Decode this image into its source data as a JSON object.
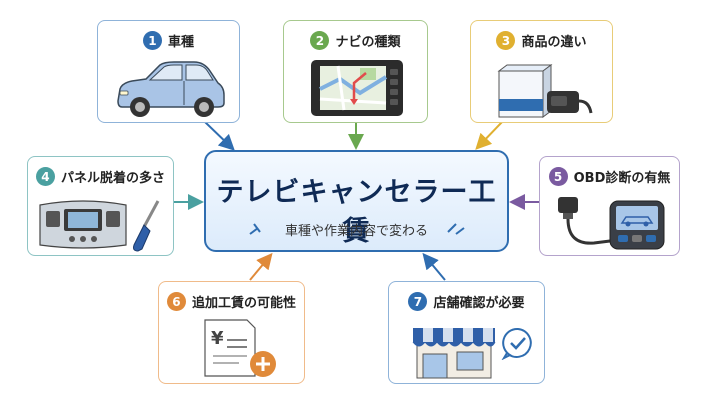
{
  "center": {
    "title": "テレビキャンセラー工賃",
    "subtitle": "車種や作業内容で変わる"
  },
  "factors": [
    {
      "number": "1",
      "label": "車種",
      "color": "#2f6db0",
      "icon": "car-icon"
    },
    {
      "number": "2",
      "label": "ナビの種類",
      "color": "#6aa84f",
      "icon": "navigation-unit-icon"
    },
    {
      "number": "3",
      "label": "商品の違い",
      "color": "#e0b030",
      "icon": "product-box-icon"
    },
    {
      "number": "4",
      "label": "パネル脱着の多さ",
      "color": "#4aa0a0",
      "icon": "dashboard-panel-icon"
    },
    {
      "number": "5",
      "label": "OBD診断の有無",
      "color": "#7a5aa0",
      "icon": "obd-scanner-icon"
    },
    {
      "number": "6",
      "label": "追加工賃の可能性",
      "color": "#e08a3a",
      "icon": "invoice-plus-icon"
    },
    {
      "number": "7",
      "label": "店舗確認が必要",
      "color": "#2f6db0",
      "icon": "shop-icon"
    }
  ],
  "invoice": {
    "currency_symbol": "¥"
  },
  "colors": {
    "center_border": "#2f6db0",
    "center_text": "#0f2a55"
  }
}
